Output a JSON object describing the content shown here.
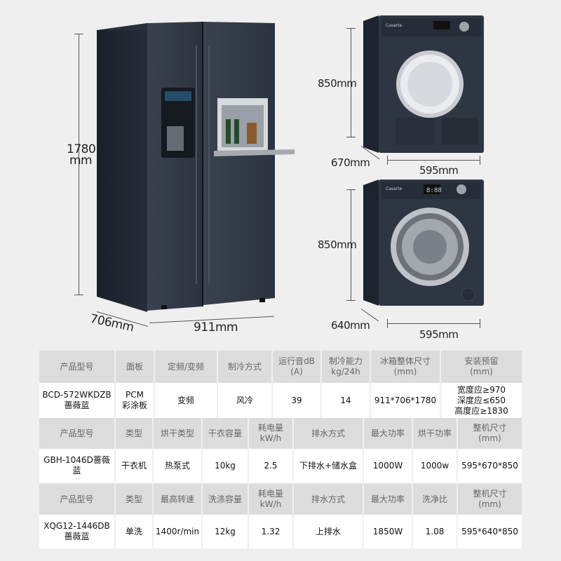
{
  "fridge": {
    "height_label": "1780",
    "height_unit": "mm",
    "depth_label": "706mm",
    "width_label": "911mm"
  },
  "dryer": {
    "height_label": "850mm",
    "depth_label": "670mm",
    "width_label": "595mm",
    "brand": "Casarte"
  },
  "washer": {
    "height_label": "850mm",
    "depth_label": "640mm",
    "width_label": "595mm",
    "brand": "Casarte",
    "display": "8:88"
  },
  "table_fridge": {
    "headers": [
      "产品型号",
      "面板",
      "定频/变频",
      "制冷方式",
      "运行音dB\n(A)",
      "制冷能力\nkg/24h",
      "冰箱整体尺寸\n(mm)",
      "安装预留\n(mm)"
    ],
    "values": [
      "BCD-572WKDZB\n蔷薇蓝",
      "PCM\n彩涂板",
      "变频",
      "风冷",
      "39",
      "14",
      "911*706*1780",
      "宽度应≥970\n深度应≤650\n高度应≥1830"
    ]
  },
  "table_dryer": {
    "headers": [
      "产品型号",
      "类型",
      "烘干类型",
      "干衣容量",
      "耗电量\nkW/h",
      "排水方式",
      "最大功率",
      "烘干功率",
      "整机尺寸\n(mm)"
    ],
    "values": [
      "GBH-1046D蔷薇蓝",
      "干衣机",
      "热泵式",
      "10kg",
      "2.5",
      "下排水+储水盒",
      "1000W",
      "1000w",
      "595*670*850"
    ]
  },
  "table_washer": {
    "headers": [
      "产品型号",
      "类型",
      "最高转速",
      "洗涤容量",
      "耗电量\nkW/h",
      "排水方式",
      "最大功率",
      "洗净比",
      "整机尺寸\n(mm)"
    ],
    "values": [
      "XQG12-1446DB\n蔷薇蓝",
      "单洗",
      "1400r/min",
      "12kg",
      "1.32",
      "上排水",
      "1850W",
      "1.08",
      "595*640*850"
    ]
  },
  "colors": {
    "appliance_body": "#2b3340",
    "appliance_dark": "#1b212b",
    "header_bg": "#dcdcdc",
    "value_bg": "#ffffff",
    "page_bg": "#efefef"
  }
}
